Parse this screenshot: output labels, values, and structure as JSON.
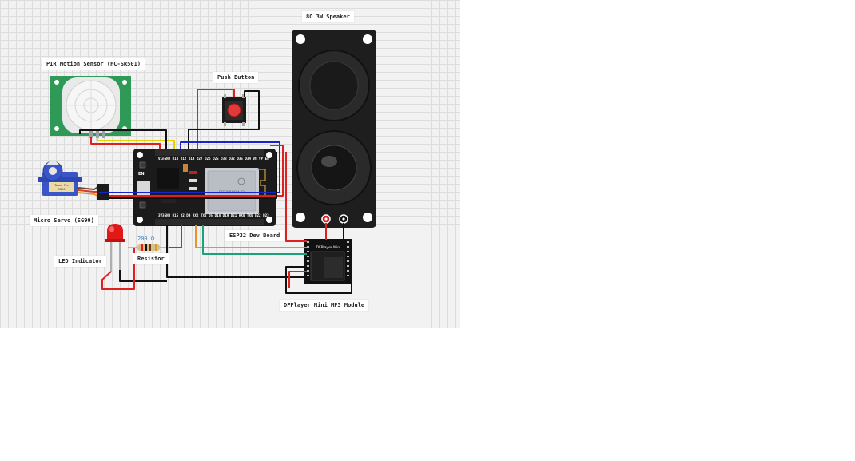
{
  "labels": {
    "speaker": "8Ω 3W Speaker",
    "pir": "PIR Motion Sensor (HC-SR501)",
    "button": "Push Button",
    "servo": "Micro Servo (SG90)",
    "led": "LED Indicator",
    "resistor_value": "200 Ω",
    "resistor": "Resistor",
    "esp32": "ESP32 Dev Board",
    "dfplayer": "DFPlayer Mini MP3 Module",
    "dfplayer_chip": "DFPlayer Mini",
    "en": "EN",
    "esp32_top_pins": "VinGND D13 D12 D14 D27 D26 D25 D33 D32 D35 D34 VN VP EN",
    "esp32_bottom_pins": "3V3GND D15 D2 D4 RX2 TX2 D5 D18 D19 D21 RX0 TX0 D22 D23",
    "servo_brand": "Tower Pro",
    "servo_model": "SG90",
    "module_brand": "ESP-WROOM-32"
  },
  "colors": {
    "wire_red": "#e02020",
    "wire_black": "#111111",
    "wire_yellow": "#e6d200",
    "wire_blue": "#1a22d0",
    "wire_orange": "#e6952a",
    "wire_green": "#1aa37a",
    "board": "#1b1b1b",
    "pir_pcb": "#2f9a57",
    "servo_body": "#3a55c8",
    "led_red": "#e01818",
    "canvas_bg": "#f2f2f2"
  }
}
